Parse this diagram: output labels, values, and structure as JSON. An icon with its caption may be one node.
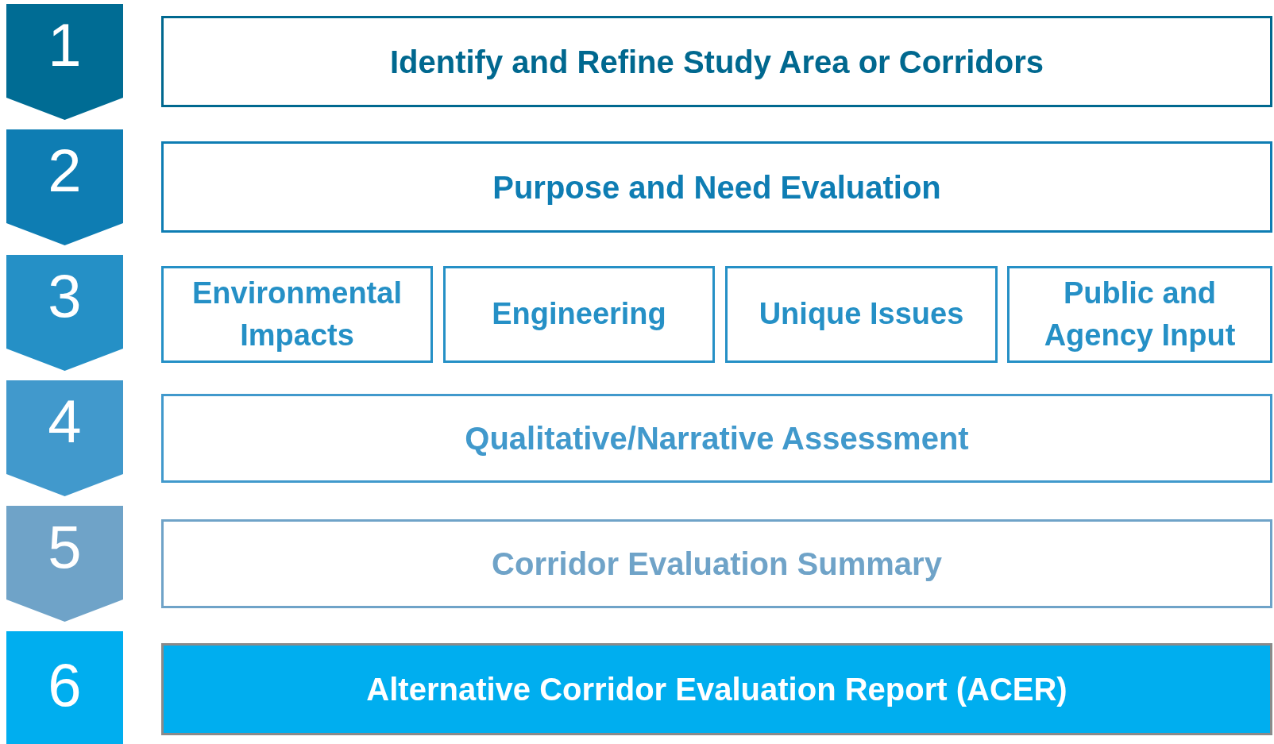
{
  "diagram": {
    "nodes": [
      {
        "text": [
          "1"
        ]
      },
      {
        "text": [
          "Identify and Refine Study Area or Corridors"
        ]
      },
      {
        "text": [
          "2"
        ]
      },
      {
        "text": [
          "Purpose and Need Evaluation"
        ]
      },
      {
        "text": [
          "3"
        ]
      },
      {
        "text": [
          "Environmental Impacts"
        ]
      },
      {
        "text": [
          "Engineering"
        ]
      },
      {
        "text": [
          "Unique Issues"
        ]
      },
      {
        "text": [
          "Public and Agency Input"
        ]
      },
      {
        "text": [
          "4"
        ]
      },
      {
        "text": [
          "Qualitative/Narrative Assessment"
        ]
      },
      {
        "text": [
          "5"
        ]
      },
      {
        "text": [
          "Corridor Evaluation Summary"
        ]
      },
      {
        "text": [
          "6"
        ]
      },
      {
        "text": [
          "Alternative Corridor Evaluation Report (ACER)"
        ]
      }
    ]
  }
}
